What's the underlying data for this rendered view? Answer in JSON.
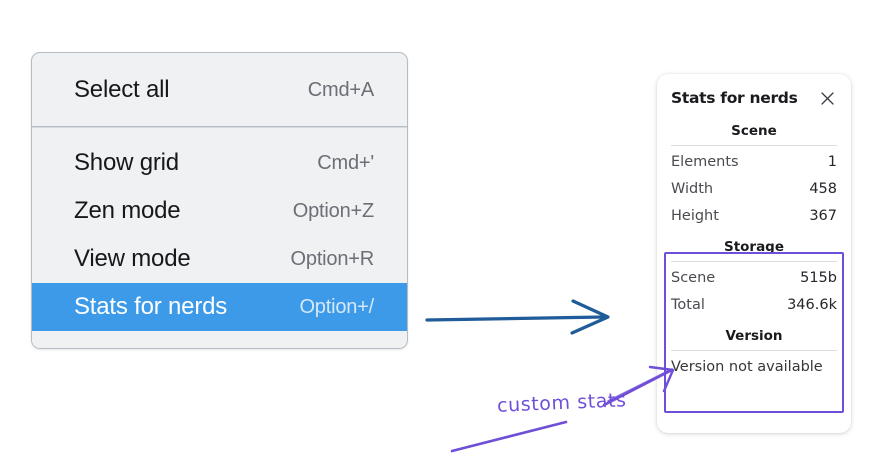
{
  "menu": {
    "sections": [
      {
        "items": [
          {
            "label": "Select all",
            "shortcut": "Cmd+A",
            "selected": false
          }
        ]
      },
      {
        "items": [
          {
            "label": "Show grid",
            "shortcut": "Cmd+'",
            "selected": false
          },
          {
            "label": "Zen mode",
            "shortcut": "Option+Z",
            "selected": false
          },
          {
            "label": "View mode",
            "shortcut": "Option+R",
            "selected": false
          },
          {
            "label": "Stats for nerds",
            "shortcut": "Option+/",
            "selected": true
          }
        ]
      }
    ],
    "highlight_color": "#3d9ae9"
  },
  "stats_panel": {
    "title": "Stats for nerds",
    "close_icon": "close-icon",
    "sections": [
      {
        "heading": "Scene",
        "rows": [
          {
            "key": "Elements",
            "value": "1"
          },
          {
            "key": "Width",
            "value": "458"
          },
          {
            "key": "Height",
            "value": "367"
          }
        ]
      },
      {
        "heading": "Storage",
        "rows": [
          {
            "key": "Scene",
            "value": "515b"
          },
          {
            "key": "Total",
            "value": "346.6k"
          }
        ]
      },
      {
        "heading": "Version",
        "note": "Version not available"
      }
    ]
  },
  "annotations": {
    "custom_stats_label": "custom stats",
    "ink_color": "#6f4fd8",
    "arrow_color": "#1f5c99"
  }
}
